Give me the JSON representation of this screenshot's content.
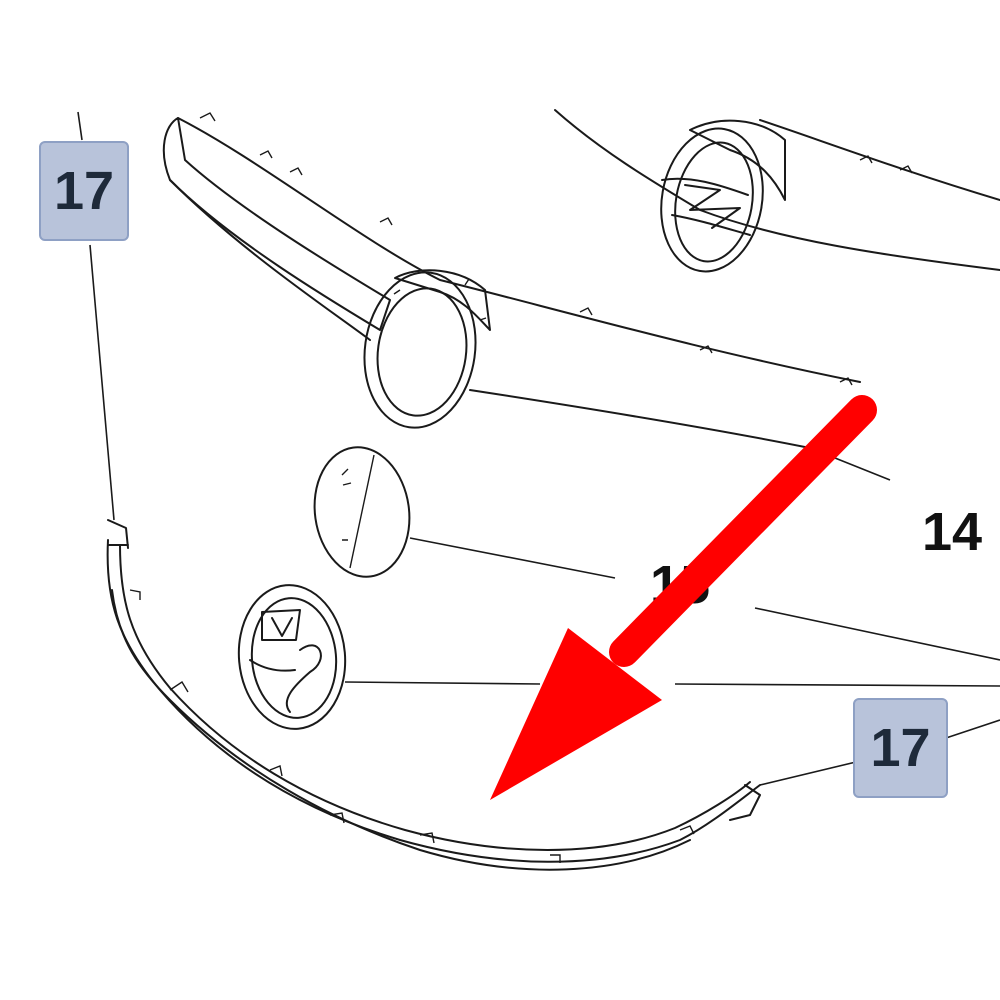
{
  "callouts": {
    "top_left": "17",
    "right_mid": "14",
    "center_partial": "15",
    "bottom_right": "17"
  },
  "colors": {
    "callout_box_bg": "#b8c3da",
    "callout_box_border": "#8ea0c4",
    "arrow": "#ff0000"
  },
  "icons": {
    "emblem_top": "lightning-bolt-emblem-icon",
    "emblem_bottom": "griffin-emblem-icon",
    "highlight_arrow": "red-arrow-icon"
  }
}
